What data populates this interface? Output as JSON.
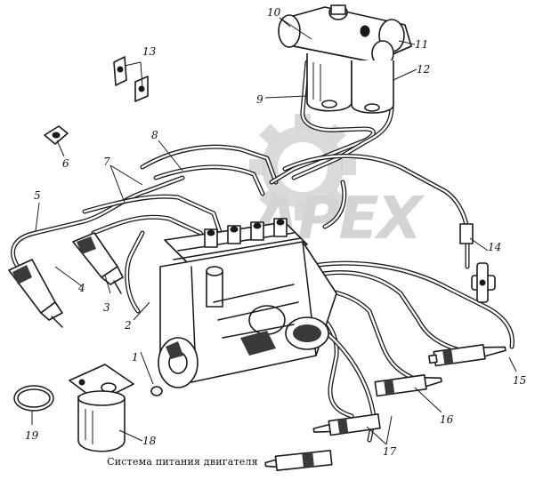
{
  "caption": "Система питания двигателя",
  "watermark": "APEX",
  "labels": [
    "1",
    "2",
    "3",
    "4",
    "5",
    "6",
    "7",
    "8",
    "9",
    "10",
    "11",
    "12",
    "13",
    "14",
    "15",
    "16",
    "17",
    "18",
    "19"
  ],
  "colors": {
    "ink": "#1a1a1a",
    "watermark": "#d4d4d4",
    "background": "#ffffff"
  }
}
